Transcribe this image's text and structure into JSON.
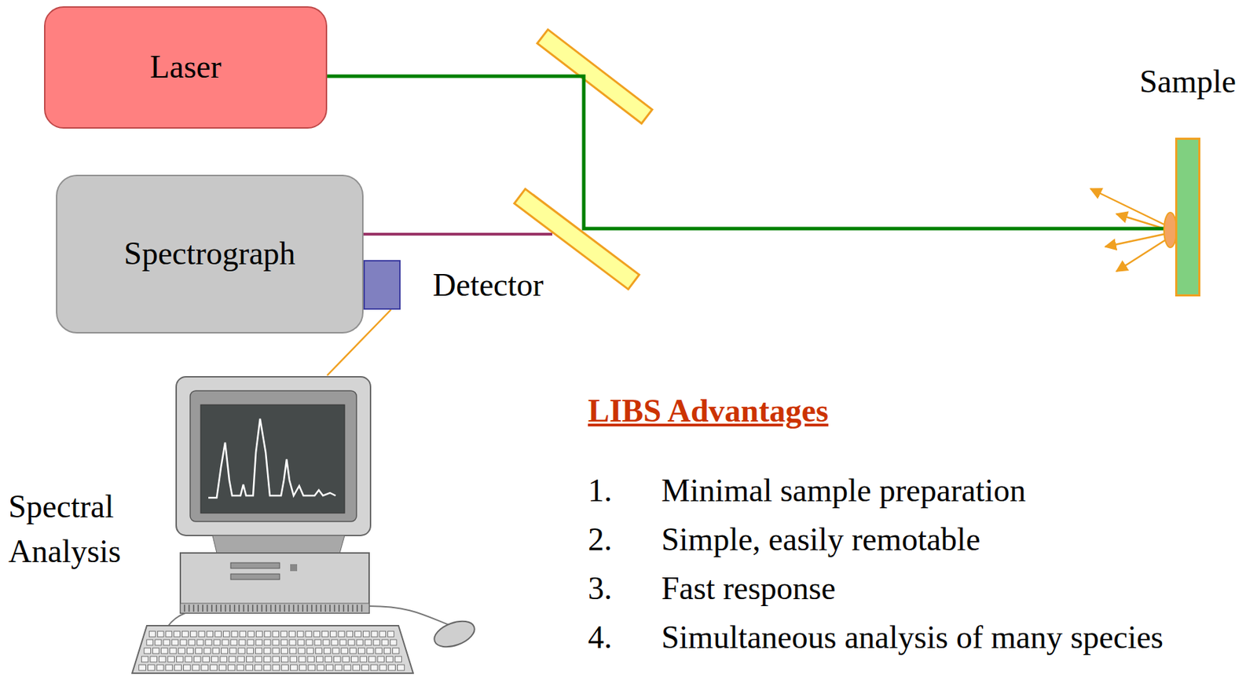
{
  "diagram": {
    "nodes": [
      {
        "text": [
          "Laser"
        ]
      },
      {
        "text": [
          "Sample"
        ]
      },
      {
        "text": [
          "Spectrograph"
        ]
      },
      {
        "text": [
          "Detector"
        ]
      },
      {
        "text": [
          "Spectral Analysis"
        ]
      }
    ],
    "edges": [
      {
        "from": 0,
        "to": 1,
        "arrow": "none"
      },
      {
        "from": 3,
        "to": 4,
        "arrow": "none"
      }
    ],
    "labels": [
      "LIBS Advantages",
      "1.",
      "Minimal sample preparation",
      "2.",
      "Simple, easily remotable",
      "3.",
      "Fast response",
      "4.",
      "Simultaneous analysis of many species"
    ]
  }
}
